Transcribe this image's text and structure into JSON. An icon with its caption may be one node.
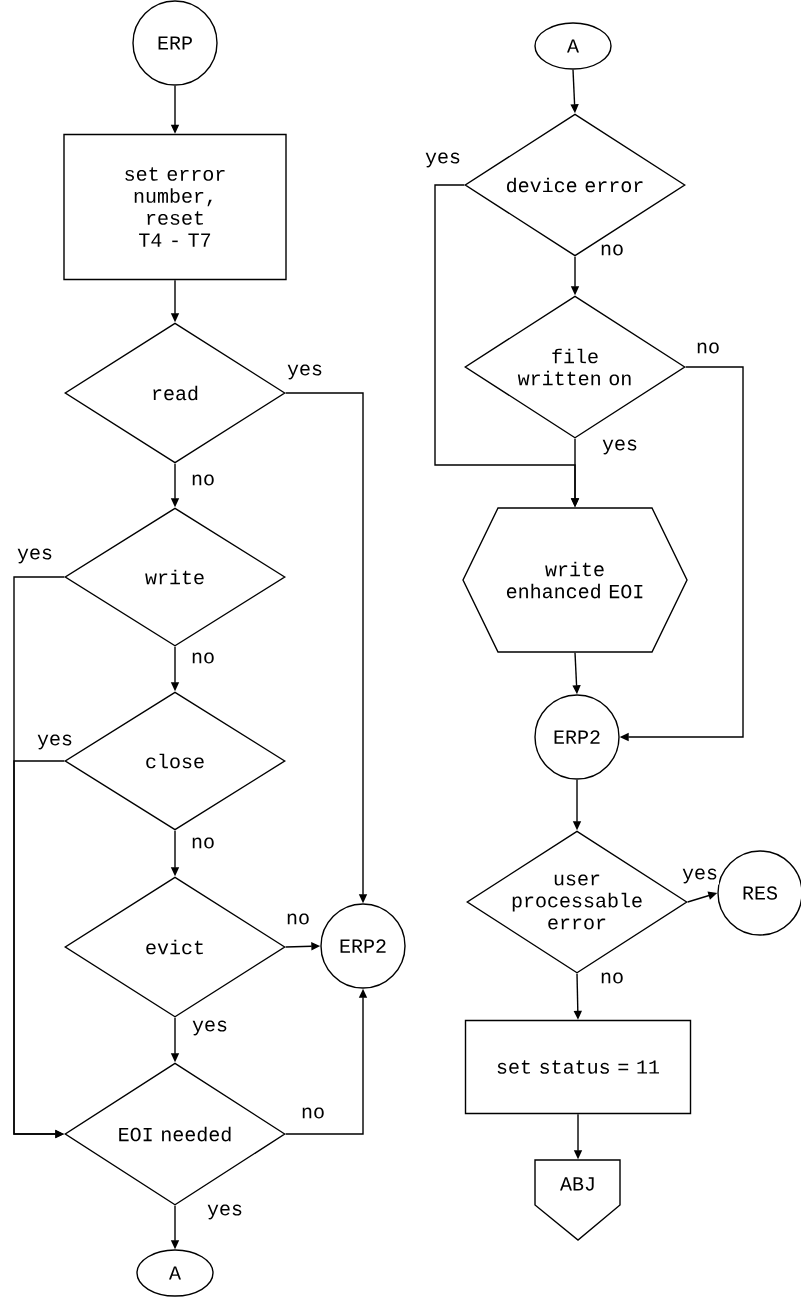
{
  "diagram": {
    "nodes": [
      {
        "text": [
          "ERP"
        ]
      },
      {
        "text": [
          "set error number, reset T4 - T7"
        ]
      },
      {
        "text": [
          "read"
        ]
      },
      {
        "text": [
          "write"
        ]
      },
      {
        "text": [
          "close"
        ]
      },
      {
        "text": [
          "evict"
        ]
      },
      {
        "text": [
          "ERP2"
        ]
      },
      {
        "text": [
          "EOI needed"
        ]
      },
      {
        "text": [
          "A"
        ]
      },
      {
        "text": [
          "A"
        ]
      },
      {
        "text": [
          "device error"
        ]
      },
      {
        "text": [
          "file written on"
        ]
      },
      {
        "text": [
          "write enhanced EOI"
        ]
      },
      {
        "text": [
          "ERP2"
        ]
      },
      {
        "text": [
          "user processable error"
        ]
      },
      {
        "text": [
          "RES"
        ]
      },
      {
        "text": [
          "set status = 11"
        ]
      },
      {
        "text": [
          "ABJ"
        ]
      }
    ],
    "edges": [
      {
        "from": 0,
        "to": 1,
        "arrow": "to"
      },
      {
        "from": 1,
        "to": 2,
        "arrow": "to"
      },
      {
        "from": 2,
        "to": 6,
        "arrow": "to",
        "label": "yes"
      },
      {
        "from": 2,
        "to": 3,
        "arrow": "to",
        "label": "no"
      },
      {
        "from": 3,
        "to": 7,
        "arrow": "to",
        "label": "yes"
      },
      {
        "from": 3,
        "to": 4,
        "arrow": "to",
        "label": "no"
      },
      {
        "from": 4,
        "to": 7,
        "arrow": "to",
        "label": "yes"
      },
      {
        "from": 4,
        "to": 5,
        "arrow": "to",
        "label": "no"
      },
      {
        "from": 5,
        "to": 6,
        "arrow": "to",
        "label": "no"
      },
      {
        "from": 5,
        "to": 7,
        "arrow": "to",
        "label": "yes"
      },
      {
        "from": 7,
        "to": 6,
        "arrow": "to",
        "label": "no"
      },
      {
        "from": 7,
        "to": 8,
        "arrow": "to",
        "label": "yes"
      },
      {
        "from": 9,
        "to": 10,
        "arrow": "to"
      },
      {
        "from": 10,
        "to": 11,
        "arrow": "to",
        "label": "no"
      },
      {
        "from": 10,
        "to": 12,
        "arrow": "to",
        "label": "yes"
      },
      {
        "from": 11,
        "to": 12,
        "arrow": "to",
        "label": "yes"
      },
      {
        "from": 11,
        "to": 13,
        "arrow": "to",
        "label": "no"
      },
      {
        "from": 12,
        "to": 13,
        "arrow": "to"
      },
      {
        "from": 13,
        "to": 14,
        "arrow": "to"
      },
      {
        "from": 14,
        "to": 15,
        "arrow": "to",
        "label": "yes"
      },
      {
        "from": 14,
        "to": 16,
        "arrow": "to",
        "label": "no"
      },
      {
        "from": 16,
        "to": 17,
        "arrow": "to"
      }
    ]
  }
}
